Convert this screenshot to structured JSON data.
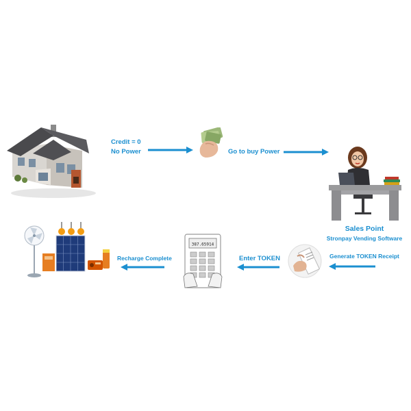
{
  "colors": {
    "accent": "#1b8fd0"
  },
  "labels": {
    "credit": "Credit = 0",
    "no": "No ",
    "power_1": "Power",
    "go_to_buy": "Go to buy ",
    "power_2": "Power",
    "sales_point": "Sales Point",
    "software": "Stronpay Vending Software",
    "generate": "Generate TOKEN Receipt",
    "enter": "Enter TOKEN",
    "recharge": "Recharge Complete"
  },
  "meter_display": "387.65914",
  "icons": [
    "house-icon",
    "cash-hand-icon",
    "sales-woman-icon",
    "receipt-hand-icon",
    "keypad-meter-icon",
    "solar-appliances-icon"
  ]
}
